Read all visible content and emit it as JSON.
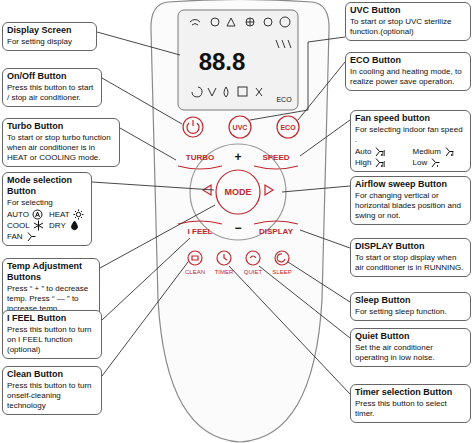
{
  "diagram": {
    "nodes": [
      {
        "text": [
          "Display Screen",
          "For setting display"
        ]
      },
      {
        "text": [
          "On/Off Button",
          "Press this button to start / stop air conditioner."
        ]
      },
      {
        "text": [
          "Turbo Button",
          "To start or stop turbo function when air conditioner is in HEAT or COOLING mode."
        ]
      },
      {
        "text": [
          "Mode selection Button",
          "For selecting",
          "AUTO",
          "HEAT",
          "COOL",
          "DRY",
          "FAN"
        ]
      },
      {
        "text": [
          "Temp Adjustment Buttons",
          "Press “ + ” to decrease temp. Press “ — ” to increase temp."
        ]
      },
      {
        "text": [
          "I FEEL Button",
          "Press this button to turn on I FEEL function (optional)"
        ]
      },
      {
        "text": [
          "Clean Button",
          "Press this button to turn onself-cleaning technology"
        ]
      },
      {
        "text": [
          "UVC Button",
          "To start or stop UVC sterilize function.(optional)"
        ]
      },
      {
        "text": [
          "ECO Button",
          "In cooling and heating mode, to realize power save operation."
        ]
      },
      {
        "text": [
          "Fan speed button",
          "For selecting indoor fan speed .",
          "Auto",
          "Medium",
          "High",
          "Low"
        ]
      },
      {
        "text": [
          "Airflow sweep Button",
          "For changing vertical or horizontal blades position and swing or not."
        ]
      },
      {
        "text": [
          "DISPLAY Button",
          "To start or stop display when air conditioner is in RUNNING."
        ]
      },
      {
        "text": [
          "Sleep Button",
          "For setting sleep function."
        ]
      },
      {
        "text": [
          "Quiet Button",
          "Set the air conditioner operating in low noise."
        ]
      },
      {
        "text": [
          "Timer selection Button",
          "Press this button to select timer."
        ]
      }
    ],
    "labels": [
      "88.8",
      "ECO",
      "UVC",
      "ECO",
      "TURBO",
      "SPEED",
      "+",
      "MODE",
      "−",
      "I FEEL",
      "DISPLAY",
      "CLEAN",
      "TIMER",
      "QUIET",
      "SLEEP"
    ]
  }
}
